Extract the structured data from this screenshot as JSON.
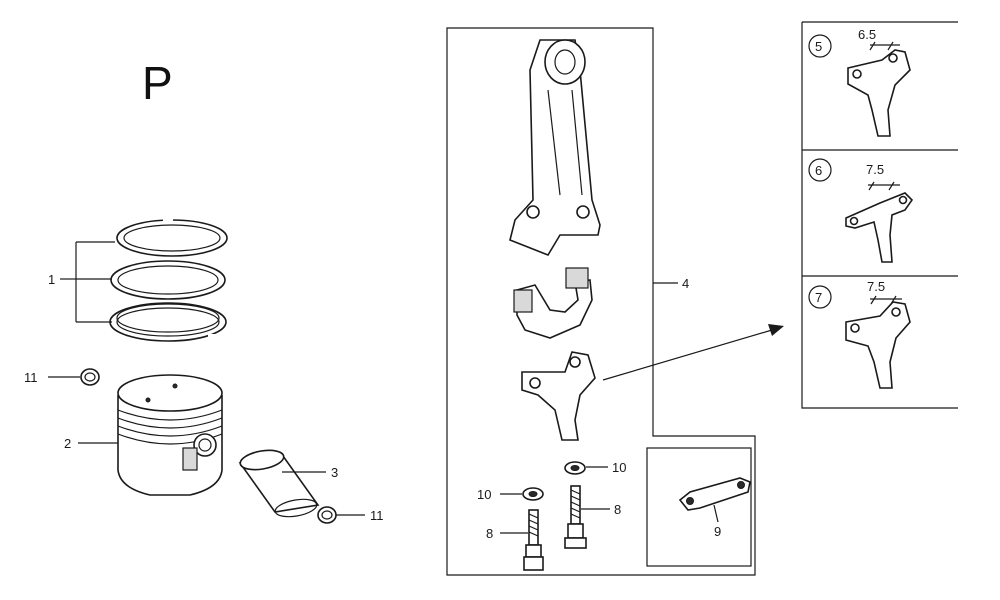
{
  "diagram": {
    "section_letter": "P",
    "callouts": {
      "piston_rings": "1",
      "piston": "2",
      "piston_pin": "3",
      "connecting_rod_assy": "4",
      "dipper_5": "5",
      "dipper_6": "6",
      "dipper_7": "7",
      "bolt_left": "8",
      "bolt_right": "8",
      "lock_plate": "9",
      "washer_left": "10",
      "washer_right": "10",
      "clip_left": "11",
      "clip_right": "11"
    },
    "dimensions": {
      "dipper_5": "6.5",
      "dipper_6": "7.5",
      "dipper_7": "7.5"
    }
  }
}
